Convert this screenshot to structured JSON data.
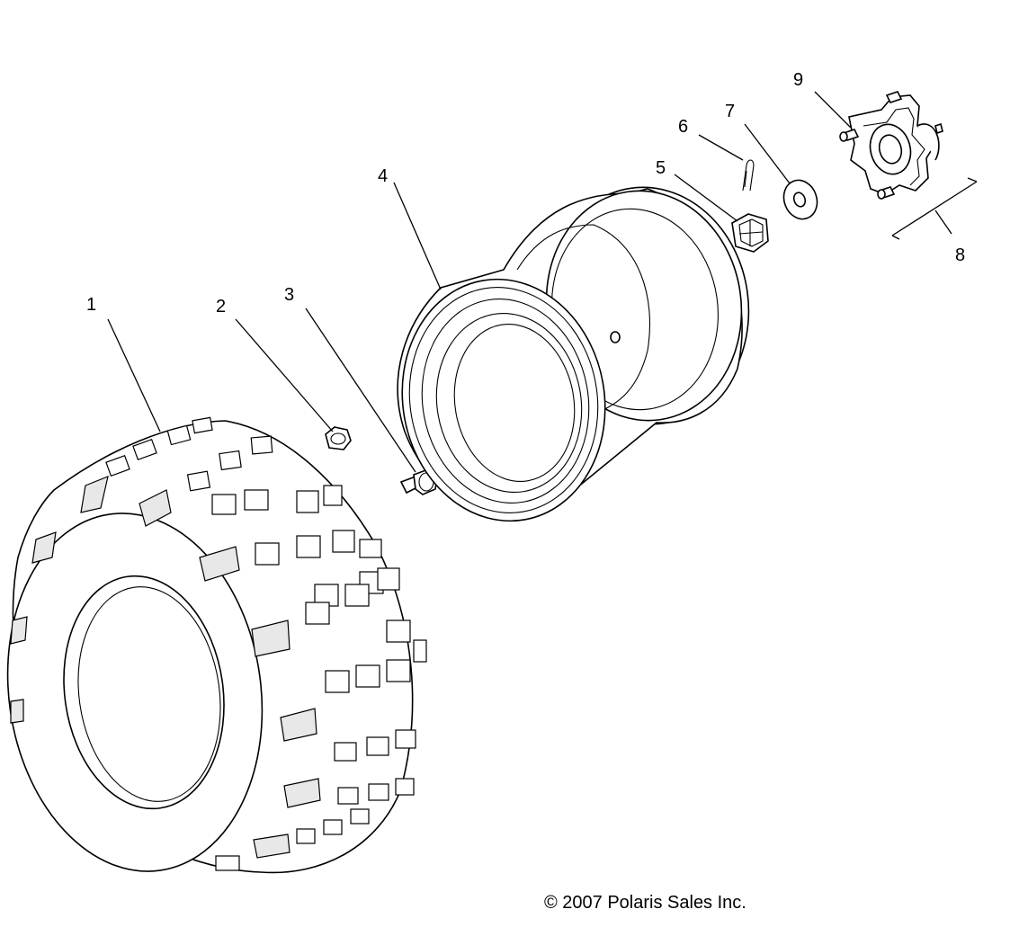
{
  "diagram": {
    "callouts": [
      {
        "id": "1",
        "label": "1"
      },
      {
        "id": "2",
        "label": "2"
      },
      {
        "id": "3",
        "label": "3"
      },
      {
        "id": "4",
        "label": "4"
      },
      {
        "id": "5",
        "label": "5"
      },
      {
        "id": "6",
        "label": "6"
      },
      {
        "id": "7",
        "label": "7"
      },
      {
        "id": "8",
        "label": "8"
      },
      {
        "id": "9",
        "label": "9"
      }
    ],
    "copyright": "© 2007 Polaris Sales Inc."
  }
}
